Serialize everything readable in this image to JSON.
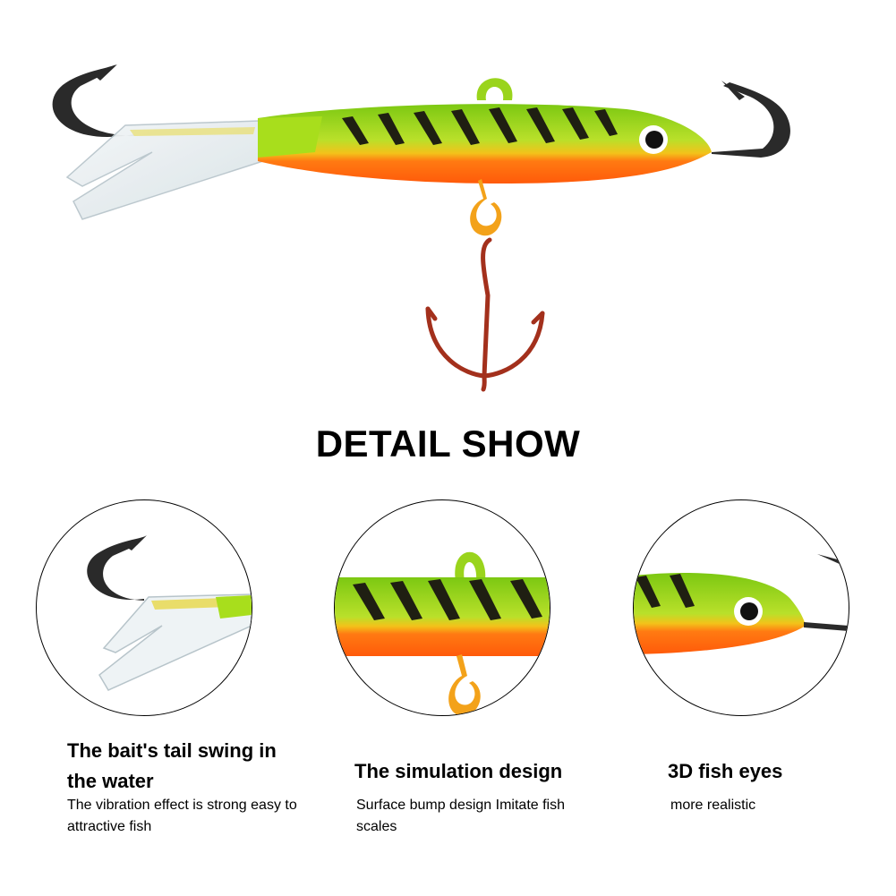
{
  "heading": "DETAIL SHOW",
  "features": [
    {
      "title": "The bait's tail swing in the water",
      "description": "The vibration effect is strong easy to attractive fish"
    },
    {
      "title": "The simulation design",
      "description": "Surface bump design Imitate fish scales"
    },
    {
      "title": "3D fish eyes",
      "description": "more realistic"
    }
  ],
  "colors": {
    "body_green": "#8fd11a",
    "belly_orange": "#ff6a10",
    "stripe": "#1f1f12",
    "treble_hook": "#a3301c",
    "hook_steel": "#2a2a2a"
  }
}
